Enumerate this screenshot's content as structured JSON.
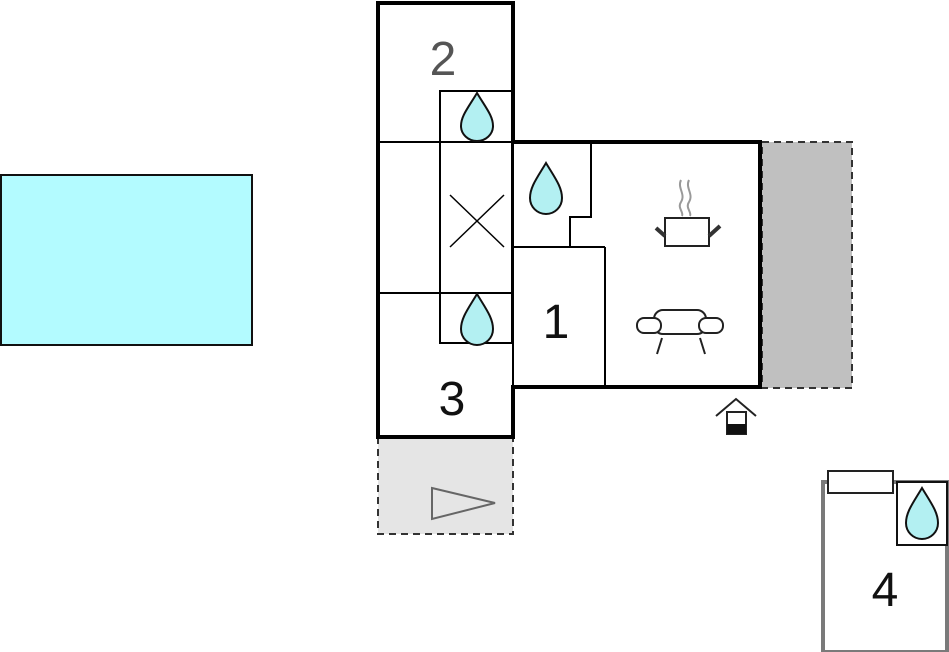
{
  "floor_plan": {
    "rooms": [
      {
        "label": "2"
      },
      {
        "label": "1"
      },
      {
        "label": "3"
      },
      {
        "label": "4"
      }
    ],
    "features": {
      "pool": {
        "icon": "pool-area",
        "color": "#b3fbff"
      },
      "terrace": {
        "icon": "terrace-area",
        "color": "#c0c0c0"
      },
      "patio": {
        "icon": "patio-area",
        "color": "#e5e5e5"
      },
      "water_drop_color": "#b3f0f2",
      "icons": [
        "water-drop-icon",
        "stairs-cross-icon",
        "kitchen-pot-icon",
        "sofa-icon",
        "entrance-icon",
        "direction-triangle-icon",
        "bed-pillow-icon"
      ]
    }
  }
}
